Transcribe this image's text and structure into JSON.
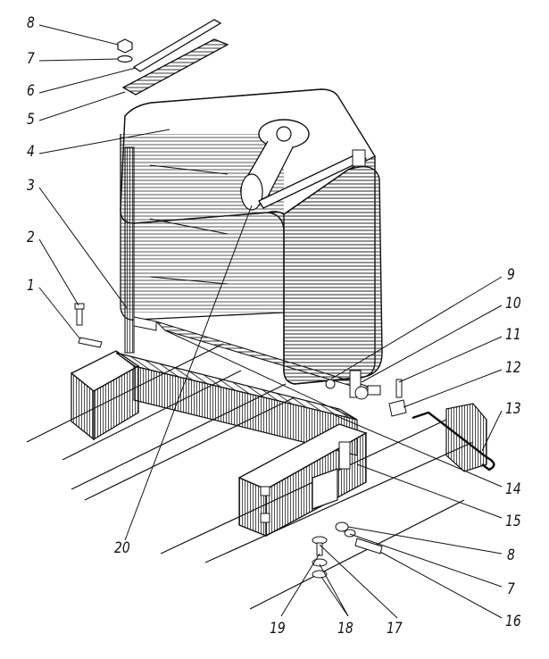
{
  "drawing": {
    "type": "exploded-assembly",
    "line_color": "#111111",
    "background": "#ffffff"
  },
  "callouts": [
    {
      "id": "8",
      "label": "8"
    },
    {
      "id": "7",
      "label": "7"
    },
    {
      "id": "6",
      "label": "6"
    },
    {
      "id": "5",
      "label": "5"
    },
    {
      "id": "4",
      "label": "4"
    },
    {
      "id": "3",
      "label": "3"
    },
    {
      "id": "2",
      "label": "2"
    },
    {
      "id": "1",
      "label": "1"
    },
    {
      "id": "9",
      "label": "9"
    },
    {
      "id": "10",
      "label": "10"
    },
    {
      "id": "11",
      "label": "11"
    },
    {
      "id": "12",
      "label": "12"
    },
    {
      "id": "13",
      "label": "13"
    },
    {
      "id": "14",
      "label": "14"
    },
    {
      "id": "15",
      "label": "15"
    },
    {
      "id": "8b",
      "label": "8"
    },
    {
      "id": "7b",
      "label": "7"
    },
    {
      "id": "16",
      "label": "16"
    },
    {
      "id": "17",
      "label": "17"
    },
    {
      "id": "18",
      "label": "18"
    },
    {
      "id": "19",
      "label": "19"
    },
    {
      "id": "20",
      "label": "20"
    }
  ]
}
